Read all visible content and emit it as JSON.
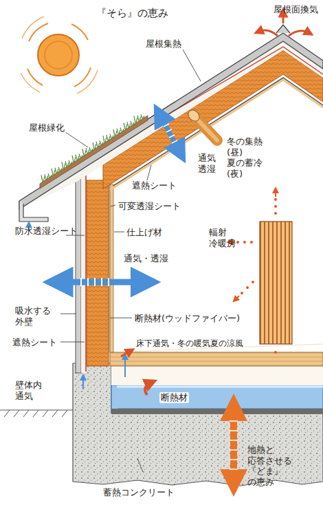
{
  "diagram": {
    "labels": [
      "『そら』の恵み",
      "屋根集熱",
      "屋根面換気",
      "屋根緑化",
      "冬の集熱(昼) 夏の蓄冷(夜)",
      "遮熱シート",
      "通気 透湿",
      "可変透湿シート",
      "防水透湿シート",
      "仕上げ材",
      "通気・透湿",
      "輻射 冷暖房",
      "吸水する 外壁",
      "断熱材(ウッドファイバー)",
      "遮熱シート",
      "床下通気・冬の暖気夏の涼風",
      "壁体内 通気",
      "断熱材",
      "蓄熱コンクリート",
      "地熱と 応答させる 『どま』の恵み"
    ]
  }
}
